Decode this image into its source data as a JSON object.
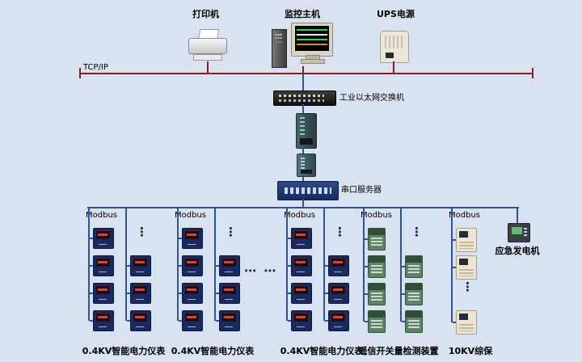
{
  "colors": {
    "background": "#d9e2f1",
    "tcp_line": "#8c1c1c",
    "bus_line": "#2f5496"
  },
  "top_devices": {
    "printer": "打印机",
    "host": "监控主机",
    "ups": "UPS电源"
  },
  "network": {
    "tcp_label": "TCP/IP",
    "switch_label": "工业以太网交换机",
    "serial_label": "串口服务器"
  },
  "generator_label": "应急发电机",
  "symbols": {
    "vdots": "⋮",
    "hdots": "⋯ ⋯"
  },
  "groups": [
    {
      "bus_label": "Modbus",
      "label": "0.4KV智能电力仪表",
      "device": "meter",
      "columns": [
        {
          "slots": [
            "device",
            "device",
            "device",
            "device"
          ]
        },
        {
          "slots": [
            "dots",
            "device",
            "device",
            "device"
          ]
        }
      ]
    },
    {
      "bus_label": "Modbus",
      "label": "0.4KV智能电力仪表",
      "device": "meter",
      "columns": [
        {
          "slots": [
            "device",
            "device",
            "device",
            "device"
          ]
        },
        {
          "slots": [
            "dots",
            "device",
            "device",
            "device"
          ]
        }
      ]
    },
    {
      "bus_label": "Modbus",
      "label": "0.4KV智能电力仪表",
      "device": "meter",
      "columns": [
        {
          "slots": [
            "device",
            "device",
            "device",
            "device"
          ]
        },
        {
          "slots": [
            "dots",
            "device",
            "device",
            "device"
          ]
        }
      ]
    },
    {
      "bus_label": "Modbus",
      "label": "遥信开关量检测装置",
      "device": "io",
      "columns": [
        {
          "slots": [
            "device",
            "device",
            "device",
            "device"
          ]
        },
        {
          "slots": [
            "dots",
            "device",
            "device",
            "device"
          ]
        }
      ]
    },
    {
      "bus_label": "Modbus",
      "label": "10KV综保",
      "device": "relay",
      "columns": [
        {
          "slots": [
            "device",
            "device",
            "dots",
            "device"
          ]
        }
      ]
    }
  ]
}
